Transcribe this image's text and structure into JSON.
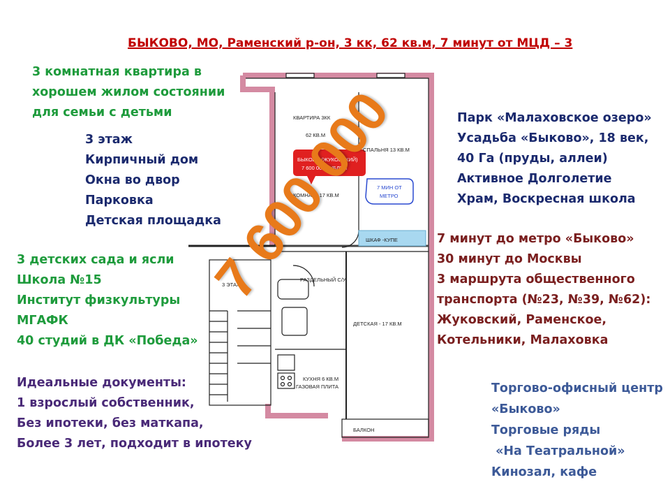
{
  "title": "БЫКОВО, МО, Раменский р-он, 3 кк, 62 кв.м, 7 минут от МЦД – 3",
  "intro": [
    "3 комнатная квартира в",
    "хорошем жилом состоянии",
    "для семьи с детьми"
  ],
  "features": [
    "3 этаж",
    "Кирпичный дом",
    "Окна во двор",
    "Парковка",
    "Детская площадка"
  ],
  "education": [
    "3 детских сада и ясли",
    "Школа №15",
    "Институт физкультуры",
    "МГАФК",
    "40 студий в ДК «Победа»"
  ],
  "documents": [
    "Идеальные документы:",
    "1 взрослый собственник,",
    "Без ипотеки, без маткапа,",
    "Более 3 лет, подходит в ипотеку"
  ],
  "leisure": [
    "Парк «Малаховское озеро»",
    "Усадьба «Быково», 18 век,",
    "40 Га (пруды, аллеи)",
    "Активное Долголетие",
    "Храм, Воскресная школа"
  ],
  "transport": [
    "7 минут до метро «Быково»",
    "30 минут до Москвы",
    "3 маршрута общественного",
    "транспорта  (№23, №39, №62):",
    "Жуковский, Раменское,",
    "Котельники, Малаховка"
  ],
  "shopping": [
    "Торгово-офисный центр",
    "«Быково»",
    "Торговые ряды",
    " «На Театральной»",
    "Кинозал, кафе"
  ],
  "plan": {
    "apartment": "КВАРТИРА 3КК",
    "area": "62 КВ.М",
    "bedroom": "СПАЛЬНЯ 13 КВ.М",
    "room": "КОМНАТА 17 КВ.М",
    "closet": "ШКАФ -КУПЕ",
    "bathroom": "РАЗДЕЛЬНЫЙ С/У",
    "floor": "3 ЭТАЖ",
    "kids_room": "ДЕТСКАЯ - 17 КВ.М",
    "kitchen": "КУХНЯ 6 КВ.М",
    "gas_stove": "ГАЗОВАЯ ПЛИТА",
    "balcony": "БАЛКОН",
    "price_tag_line1": "БЫКОВО (ЖУКОВСКИЙ)",
    "price_tag_line2": "7 600 000 РУБЛЕЙ",
    "metro_line1": "7 МИН ОТ",
    "metro_line2": "МЕТРО"
  },
  "price_big": "7 600 000",
  "colors": {
    "title": "#c00000",
    "green": "#1e9b3c",
    "navy": "#1b2a6e",
    "maroon": "#7a1f1f",
    "purple": "#4a2a78",
    "steel": "#3d5a98",
    "wall": "#e8a8bc",
    "price_tag": "#e02020",
    "closet": "#a8d8f0",
    "price_big": "#e87a1a"
  }
}
